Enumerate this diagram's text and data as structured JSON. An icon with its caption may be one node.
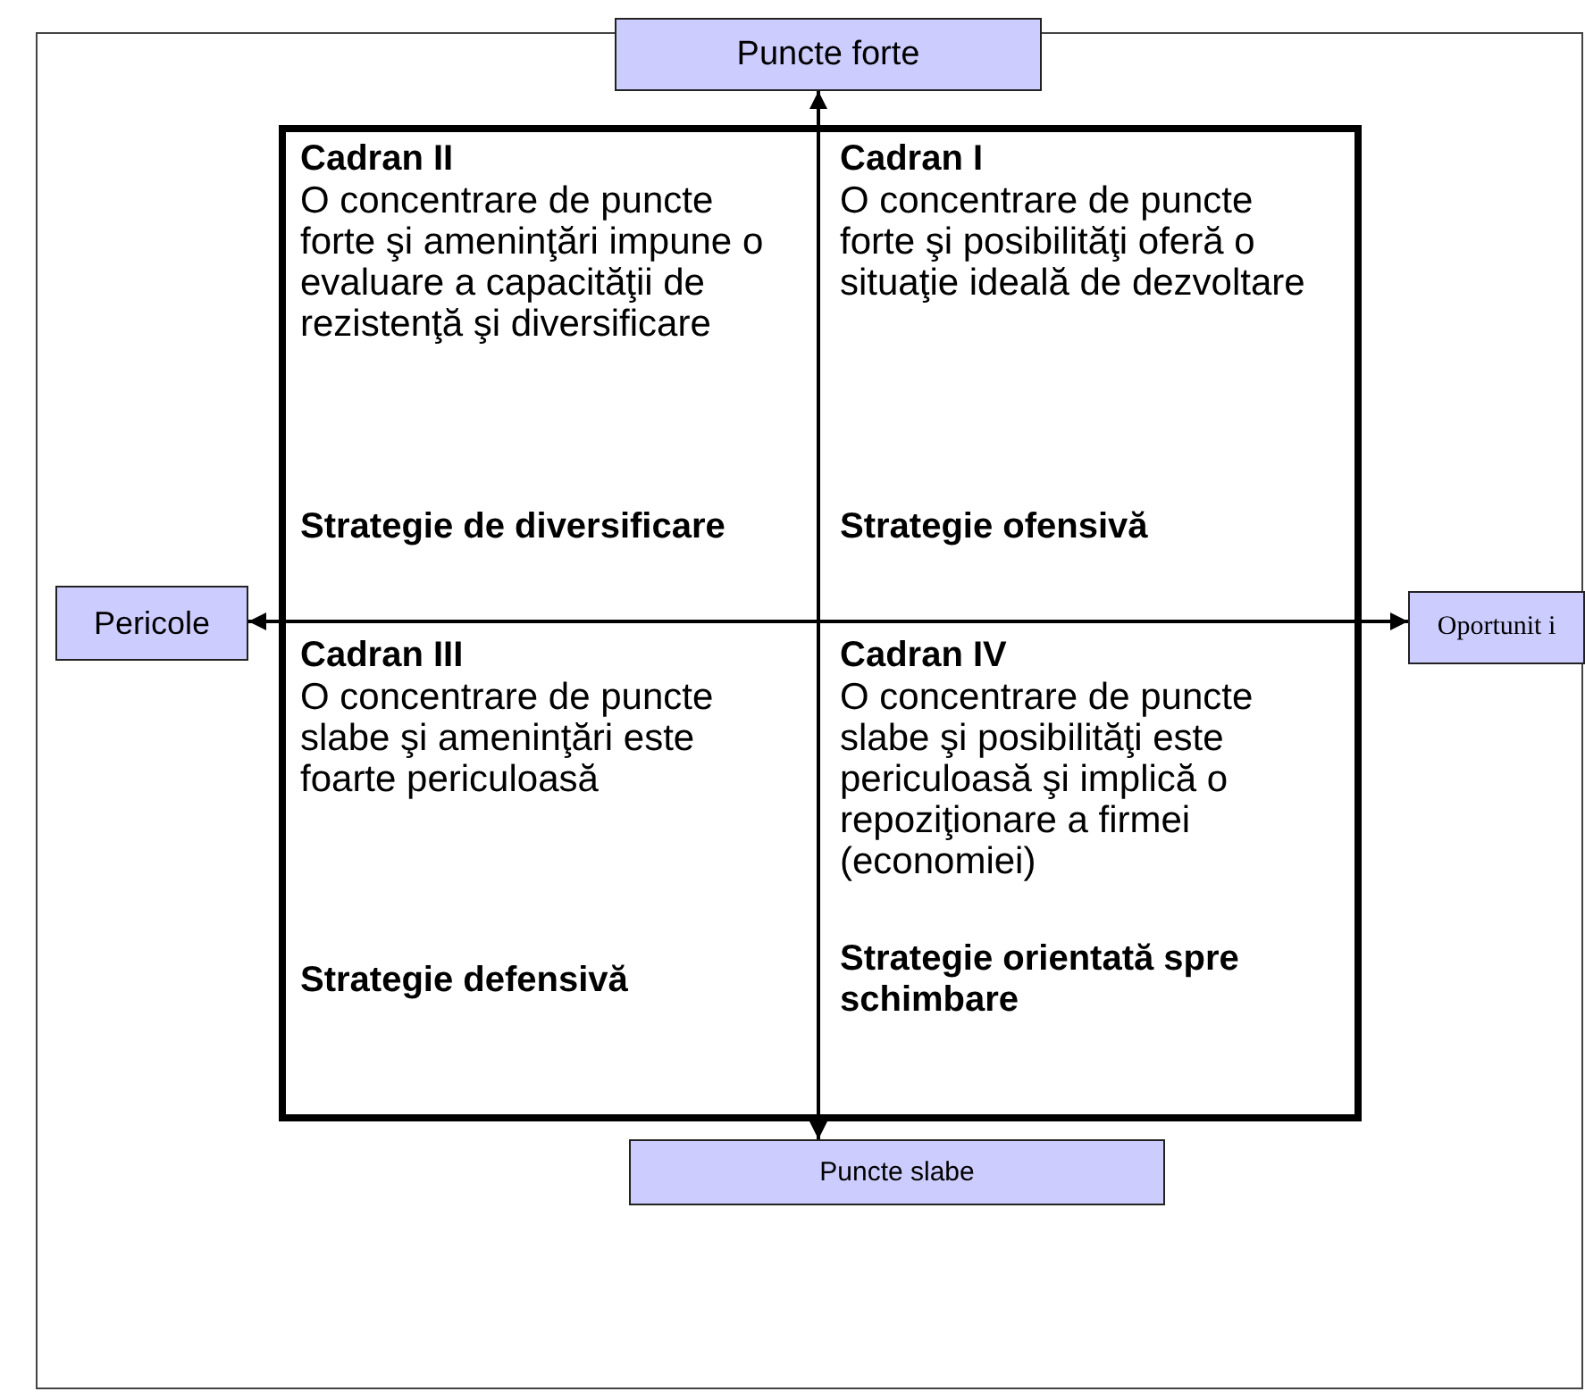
{
  "diagram": {
    "nodes": [
      {
        "text": [
          "Puncte forte"
        ]
      },
      {
        "text": [
          "Cadran II",
          "O concentrare de puncte forte şi ameninţări impune o evaluare a capacităţii de rezistenţă şi diversificare",
          "Strategie de diversificare"
        ]
      },
      {
        "text": [
          "Cadran I",
          "O concentrare de puncte forte şi posibilităţi oferă o situaţie ideală de dezvoltare",
          "Strategie ofensivă"
        ]
      },
      {
        "text": [
          "Pericole"
        ]
      },
      {
        "text": [
          "Oportunit i"
        ]
      },
      {
        "text": [
          "Cadran III",
          "O concentrare de puncte slabe şi ameninţări este foarte periculoasă",
          "Strategie defensivă"
        ]
      },
      {
        "text": [
          "Cadran IV",
          "O concentrare de puncte slabe şi posibilităţi este periculoasă şi implică o repoziţionare a firmei (economiei)",
          "Strategie orientată spre schimbare"
        ]
      },
      {
        "text": [
          "Puncte slabe"
        ]
      }
    ],
    "edges": [
      {
        "from": 7,
        "to": 0,
        "arrow": "both"
      },
      {
        "from": 4,
        "to": 3,
        "arrow": "both"
      }
    ]
  }
}
